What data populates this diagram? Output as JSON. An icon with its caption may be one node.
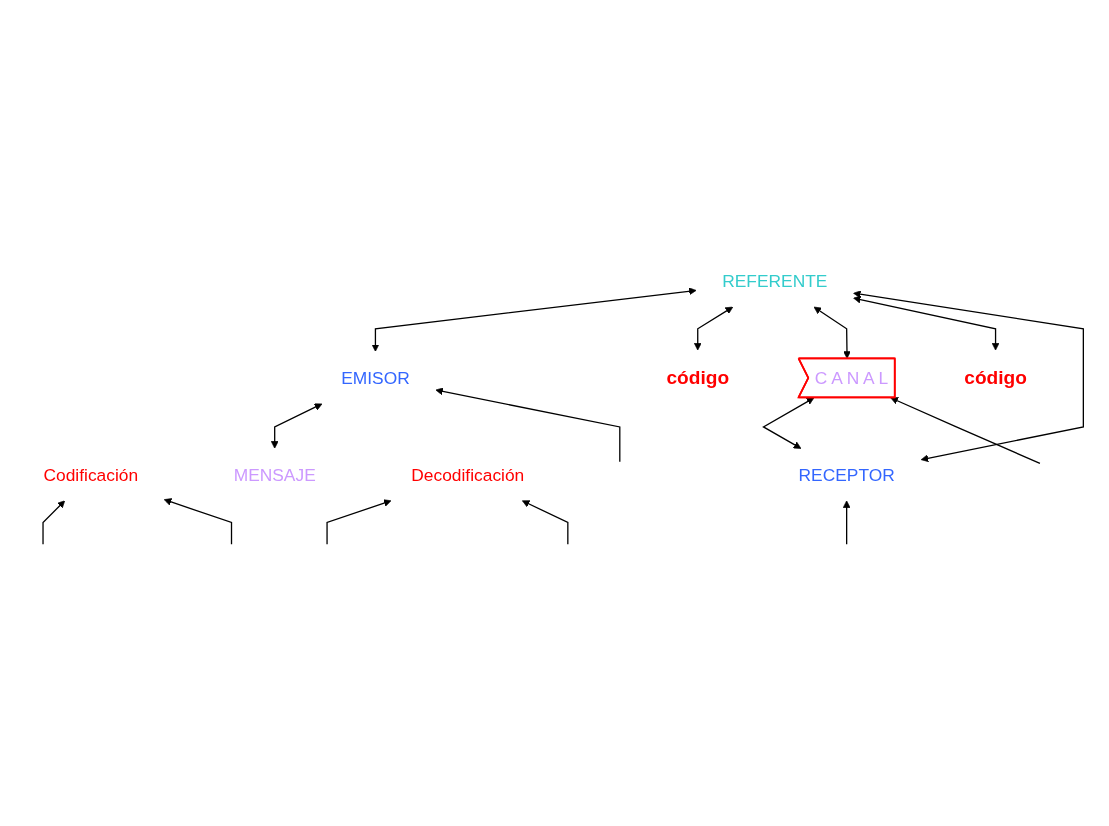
{
  "diagram": {
    "nodes": [
      {
        "text": [
          "REFERENTE"
        ]
      },
      {
        "text": [
          "EMISOR"
        ]
      },
      {
        "text": [
          "código"
        ]
      },
      {
        "text": [
          "Codificación"
        ]
      },
      {
        "text": [
          "MENSAJE"
        ]
      },
      {
        "text": [
          "C A N A L"
        ]
      },
      {
        "text": [
          "código"
        ]
      },
      {
        "text": [
          "Decodificación"
        ]
      },
      {
        "text": [
          "RECEPTOR"
        ]
      }
    ],
    "edges": [
      {
        "from": 0,
        "to": 1,
        "arrow": "both"
      },
      {
        "from": 0,
        "to": 2,
        "arrow": "both"
      },
      {
        "from": 0,
        "to": 5,
        "arrow": "both"
      },
      {
        "from": 0,
        "to": 6,
        "arrow": "both"
      },
      {
        "from": 0,
        "to": 8,
        "arrow": "both"
      },
      {
        "from": 1,
        "to": 4,
        "arrow": "both"
      },
      {
        "from": 5,
        "to": 8,
        "arrow": "both"
      },
      {
        "from": null,
        "to": 1,
        "arrow": "to"
      },
      {
        "from": null,
        "to": 3,
        "arrow": "to"
      },
      {
        "from": null,
        "to": 3,
        "arrow": "to"
      },
      {
        "from": null,
        "to": 5,
        "arrow": "to"
      },
      {
        "from": null,
        "to": 7,
        "arrow": "to"
      },
      {
        "from": null,
        "to": 7,
        "arrow": "to"
      },
      {
        "from": null,
        "to": 8,
        "arrow": "to"
      }
    ]
  }
}
